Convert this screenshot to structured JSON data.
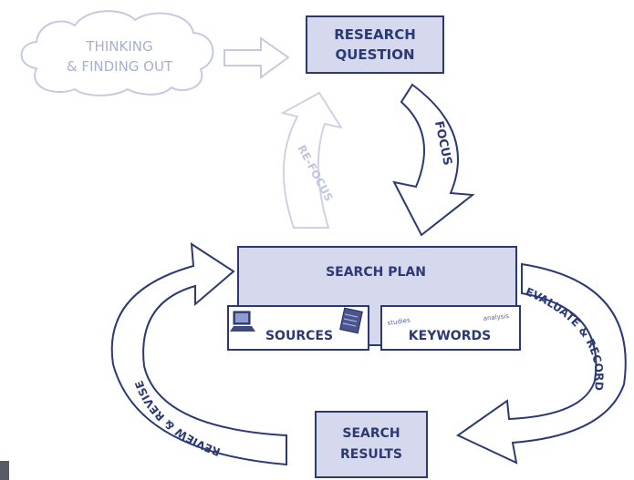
{
  "diagram": {
    "cloud": {
      "line1": "THINKING",
      "line2": "& FINDING OUT"
    },
    "research_question": {
      "line1": "RESEARCH",
      "line2": "QUESTION"
    },
    "focus_label": "FOCUS",
    "refocus_label": "RE-FOCUS",
    "search_plan": {
      "label": "SEARCH PLAN"
    },
    "sources": {
      "label": "SOURCES"
    },
    "keywords": {
      "label": "KEYWORDS",
      "tag_left": "studies",
      "tag_right": "analysis"
    },
    "search_results": {
      "line1": "SEARCH",
      "line2": "RESULTS"
    },
    "evaluate_label": "EVALUATE & RECORD",
    "review_label": "REVIEW & REVISE"
  },
  "colors": {
    "box_fill": "#d6d9ee",
    "outline": "#2b3a73",
    "faint": "#c9cde3",
    "text": "#2b3a73"
  }
}
